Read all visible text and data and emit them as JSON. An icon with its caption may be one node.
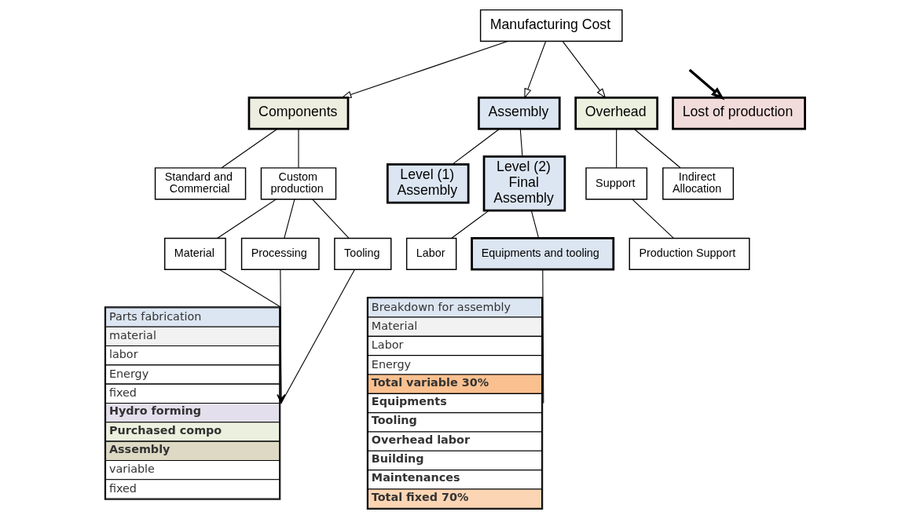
{
  "diagram": {
    "nodes": [
      {
        "text": [
          "Manufacturing Cost"
        ]
      },
      {
        "text": [
          "Components"
        ]
      },
      {
        "text": [
          "Assembly"
        ]
      },
      {
        "text": [
          "Lost of production"
        ]
      },
      {
        "text": [
          "Overhead"
        ]
      },
      {
        "text": [
          "Standard and Commercial"
        ]
      },
      {
        "text": [
          "Custom production"
        ]
      },
      {
        "text": [
          "Level (1) Assembly"
        ]
      },
      {
        "text": [
          "Level (2) Final Assembly"
        ]
      },
      {
        "text": [
          "Support"
        ]
      },
      {
        "text": [
          "Indirect Allocation"
        ]
      },
      {
        "text": [
          "Production Support"
        ]
      },
      {
        "text": [
          "Material"
        ]
      },
      {
        "text": [
          "Processing"
        ]
      },
      {
        "text": [
          "Tooling"
        ]
      },
      {
        "text": [
          "Labor"
        ]
      },
      {
        "text": [
          "Equipments and tooling"
        ]
      },
      {
        "text": [
          "Parts fabrication",
          "material",
          "labor",
          "Energy",
          "fixed",
          "Hydro forming",
          "Purchased compo",
          "Assembly",
          "variable",
          "fixed"
        ]
      },
      {
        "text": [
          "Breakdown for assembly",
          "Material",
          "Labor",
          "Energy",
          "Total variable 30%",
          "Equipments",
          "Tooling",
          "Overhead labor",
          "Building",
          "Maintenances",
          "Total fixed 70%"
        ]
      }
    ],
    "edges": [
      {
        "from": 0,
        "to": 1,
        "arrow": "to"
      },
      {
        "from": 0,
        "to": 2,
        "arrow": "to"
      },
      {
        "from": null,
        "to": 3,
        "arrow": "to",
        "style": "thick"
      },
      {
        "from": 0,
        "to": 4,
        "arrow": "to"
      },
      {
        "from": 1,
        "to": 5,
        "arrow": "none"
      },
      {
        "from": 1,
        "to": 6,
        "arrow": "none"
      },
      {
        "from": 2,
        "to": 7,
        "arrow": "none"
      },
      {
        "from": 2,
        "to": 8,
        "arrow": "none"
      },
      {
        "from": 4,
        "to": 9,
        "arrow": "none"
      },
      {
        "from": 4,
        "to": 10,
        "arrow": "none"
      },
      {
        "from": 9,
        "to": 11,
        "arrow": "none"
      },
      {
        "from": 6,
        "to": 12,
        "arrow": "none"
      },
      {
        "from": 6,
        "to": 13,
        "arrow": "none"
      },
      {
        "from": 6,
        "to": 14,
        "arrow": "none"
      },
      {
        "from": 8,
        "to": 15,
        "arrow": "none"
      },
      {
        "from": 8,
        "to": 16,
        "arrow": "none"
      },
      {
        "from": 12,
        "to": 17,
        "arrow": "to"
      },
      {
        "from": 13,
        "to": 17,
        "arrow": "none"
      },
      {
        "from": 14,
        "to": 17,
        "arrow": "none"
      },
      {
        "from": 16,
        "to": 18,
        "arrow": "none"
      }
    ]
  }
}
